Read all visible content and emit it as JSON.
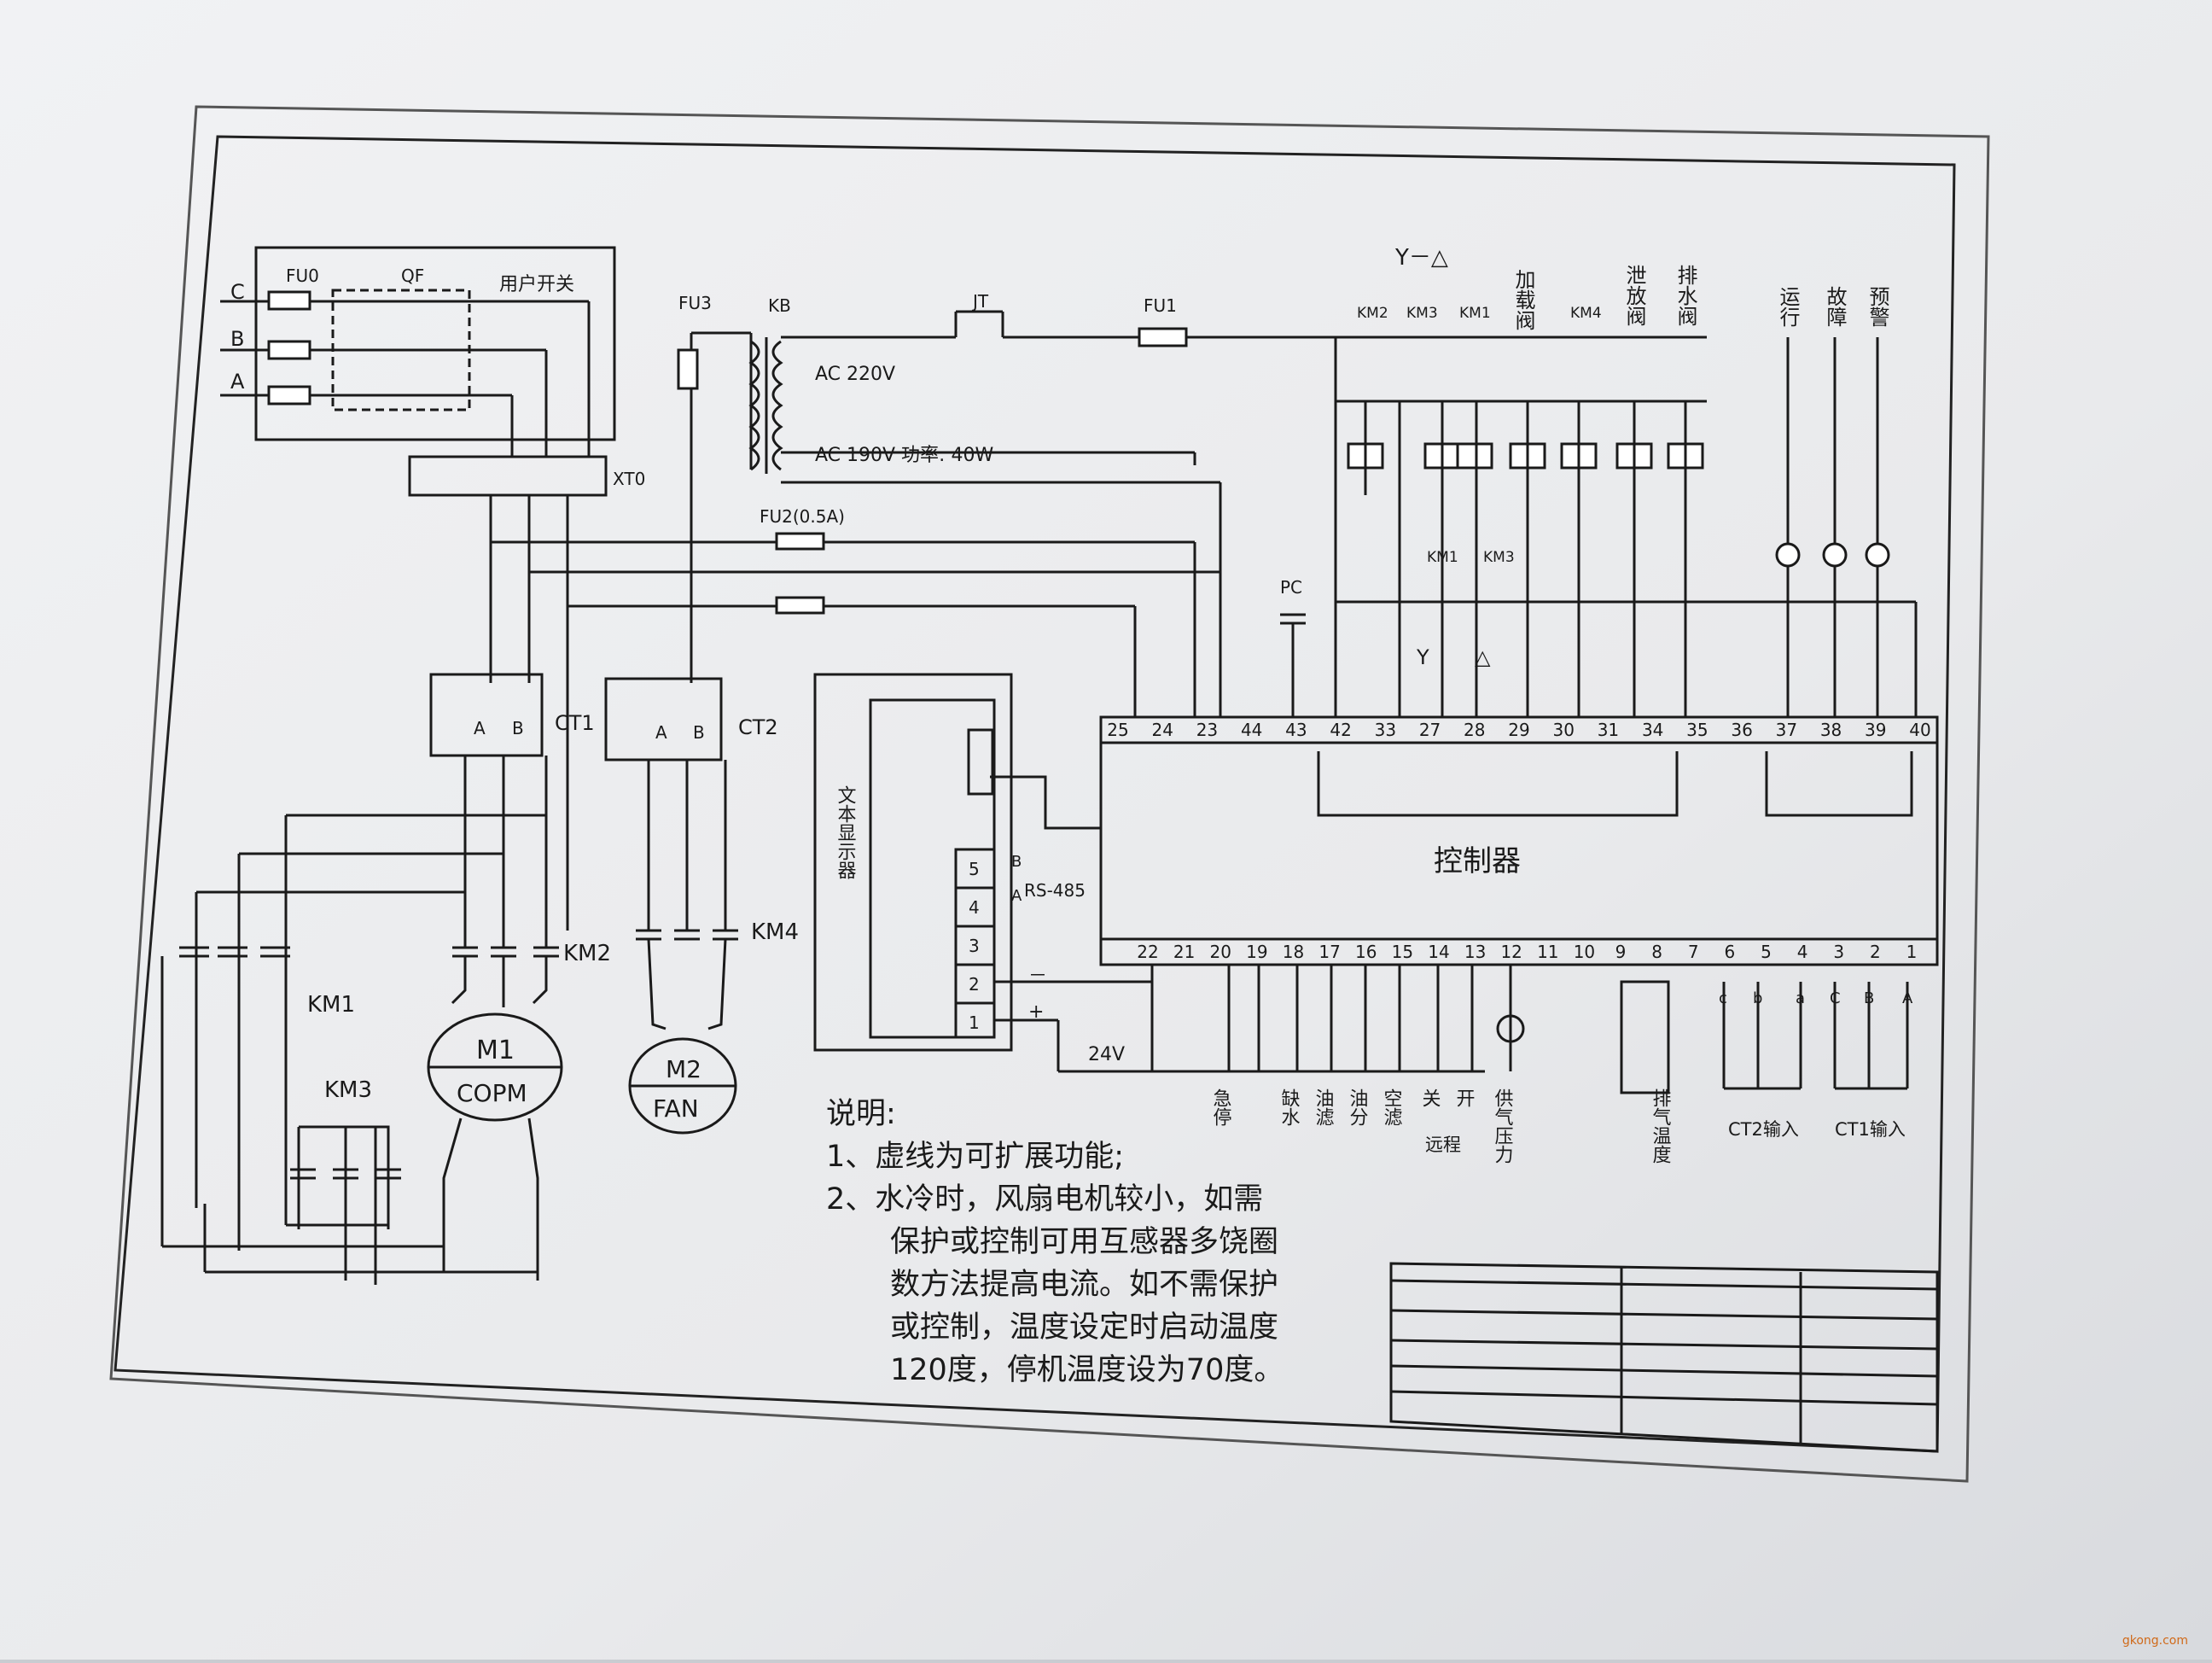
{
  "sheet": {
    "fuses": {
      "fu0": "FU0",
      "fu1": "FU1",
      "fu2": "FU2(0.5A)",
      "fu3": "FU3"
    },
    "qf": "QF",
    "user_switch": "用户开关",
    "phases": [
      "C",
      "B",
      "A"
    ],
    "terminal_block": "XT0",
    "transformer": "KB",
    "ac220": "AC 220V",
    "ac190": "AC 190V  功率: 40W",
    "estop": "JT",
    "pc": "PC",
    "star_delta": "Y－△",
    "relays": [
      "KM2",
      "KM3",
      "KM1"
    ],
    "km4": "KM4",
    "valves": [
      "加载阀",
      "泄放阀",
      "排水阀"
    ],
    "lamps": [
      "运行",
      "故障",
      "预警"
    ],
    "interlocks": [
      "KM1",
      "KM3"
    ],
    "y_symbol": "Y",
    "delta_symbol": "△",
    "top_terminals": [
      "25",
      "24",
      "23",
      "44",
      "43",
      "42",
      "33",
      "27",
      "28",
      "29",
      "30",
      "31",
      "34",
      "35",
      "36",
      "37",
      "38",
      "39",
      "40"
    ],
    "bottom_terminals": [
      "22",
      "21",
      "20",
      "19",
      "18",
      "17",
      "16",
      "15",
      "14",
      "13",
      "12",
      "11",
      "10",
      "9",
      "8",
      "7",
      "6",
      "5",
      "4",
      "3",
      "2",
      "1"
    ],
    "controller": "控制器",
    "display": "文本显示器",
    "display_pins": [
      "5",
      "4",
      "3",
      "2",
      "1"
    ],
    "rs485": "RS-485",
    "pin_b": "B",
    "pin_a": "A",
    "minus": "－",
    "plus": "+",
    "v24": "24V",
    "ct1": "CT1",
    "ct2": "CT2",
    "ct_terms_a": "A",
    "ct_terms_b": "B",
    "km1": "KM1",
    "km2": "KM2",
    "km3": "KM3",
    "m1": "M1",
    "m1_name": "COPM",
    "m2": "M2",
    "m2_name": "FAN",
    "inputs": [
      "急停",
      "缺水",
      "油滤",
      "油分",
      "空滤",
      "关",
      "开",
      "供气压力",
      "排气温度"
    ],
    "remote": "远程",
    "ct2_in": "CT2输入",
    "ct1_in": "CT1输入",
    "ct_letters": [
      "c",
      "b",
      "a",
      "C",
      "B",
      "A"
    ]
  },
  "notes": {
    "heading": "说明:",
    "line1": "1、虚线为可扩展功能;",
    "line2": "2、水冷时，风扇电机较小，如需",
    "line3": "保护或控制可用互感器多饶圈",
    "line4": "数方法提高电流。如不需保护",
    "line5": "或控制，温度设定时启动温度",
    "line6": "120度，停机温度设为70度。"
  },
  "watermark": "gkong.com"
}
